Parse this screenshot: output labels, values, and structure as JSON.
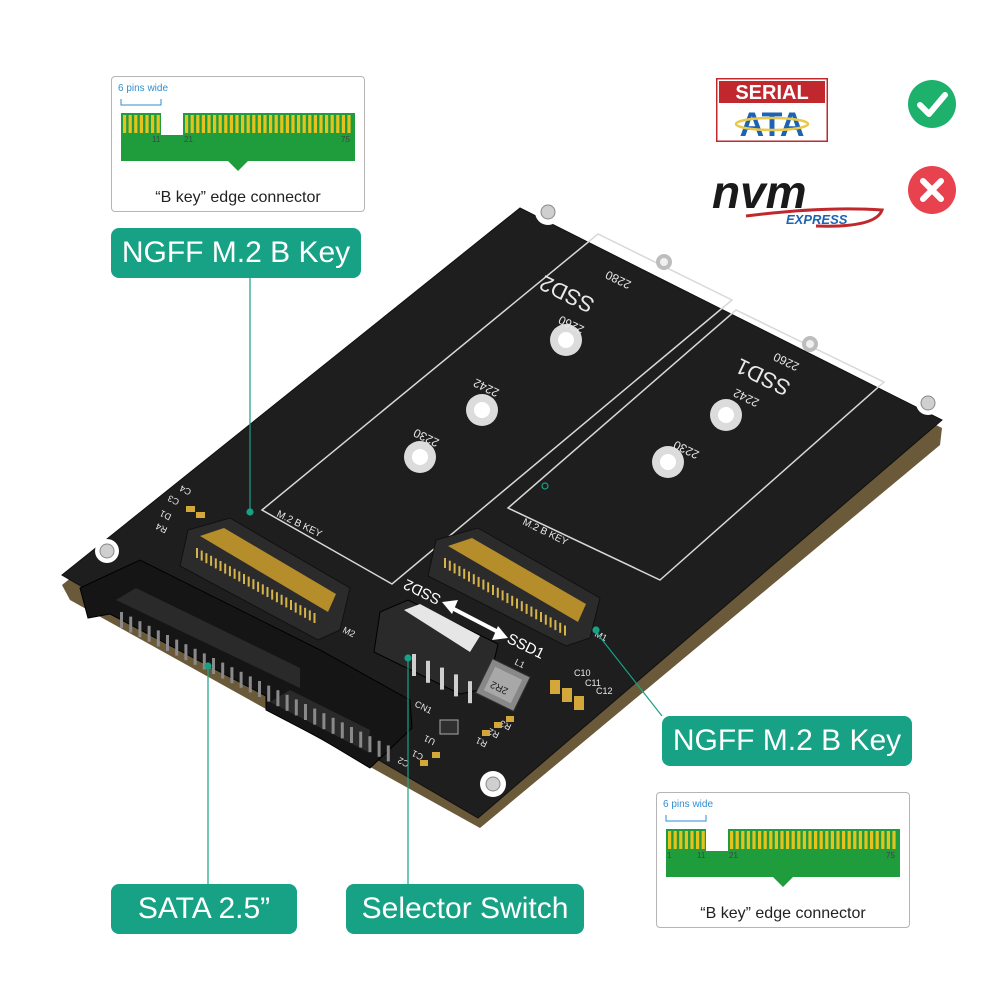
{
  "callouts": {
    "ngff_top": "NGFF M.2 B Key",
    "ngff_right": "NGFF M.2 B Key",
    "sata": "SATA  2.5”",
    "selector": "Selector Switch"
  },
  "insets": {
    "top": {
      "pins_label": "6 pins wide",
      "pin_a": "11",
      "pin_b": "21",
      "pin_c": "75",
      "caption": "“B key” edge connector"
    },
    "bottom": {
      "pins_label": "6 pins wide",
      "pin_start": "1",
      "pin_a": "11",
      "pin_b": "21",
      "pin_c": "75",
      "caption": "“B key” edge connector"
    }
  },
  "logos": {
    "sata_top": "SERIAL",
    "sata_bottom": "ATA",
    "nvm_main": "nvm",
    "nvm_sub": "EXPRESS"
  },
  "compatibility": {
    "sata_supported": "check-icon",
    "nvme_supported": "cross-icon",
    "ok_color": "#1db16b",
    "no_color": "#e8424f"
  },
  "board": {
    "ssd2": "SSD2",
    "ssd1": "SSD1",
    "s2280": "2280",
    "s2260a": "2260",
    "s2242a": "2242",
    "s2230a": "2230",
    "s2260b": "2260",
    "s2242b": "2242",
    "s2230b": "2230",
    "m2_key_left": "M.2 B KEY",
    "m2_key_right": "M.2 B KEY",
    "switch_ssd2": "SSD2",
    "switch_ssd1": "SSD1",
    "inductor": "2R2",
    "silk_c4": "C4",
    "silk_c3": "C3",
    "silk_d1": "D1",
    "silk_r4": "R4",
    "silk_c10": "C10",
    "silk_c11": "C11",
    "silk_c12": "C12",
    "silk_cn1": "CN1",
    "silk_u1": "U1",
    "silk_c1": "C1",
    "silk_c2": "C2",
    "silk_r1": "R1",
    "silk_r2": "R2",
    "silk_r3": "R3",
    "silk_m1": "M1",
    "silk_m2": "M2",
    "silk_l1": "L1"
  }
}
